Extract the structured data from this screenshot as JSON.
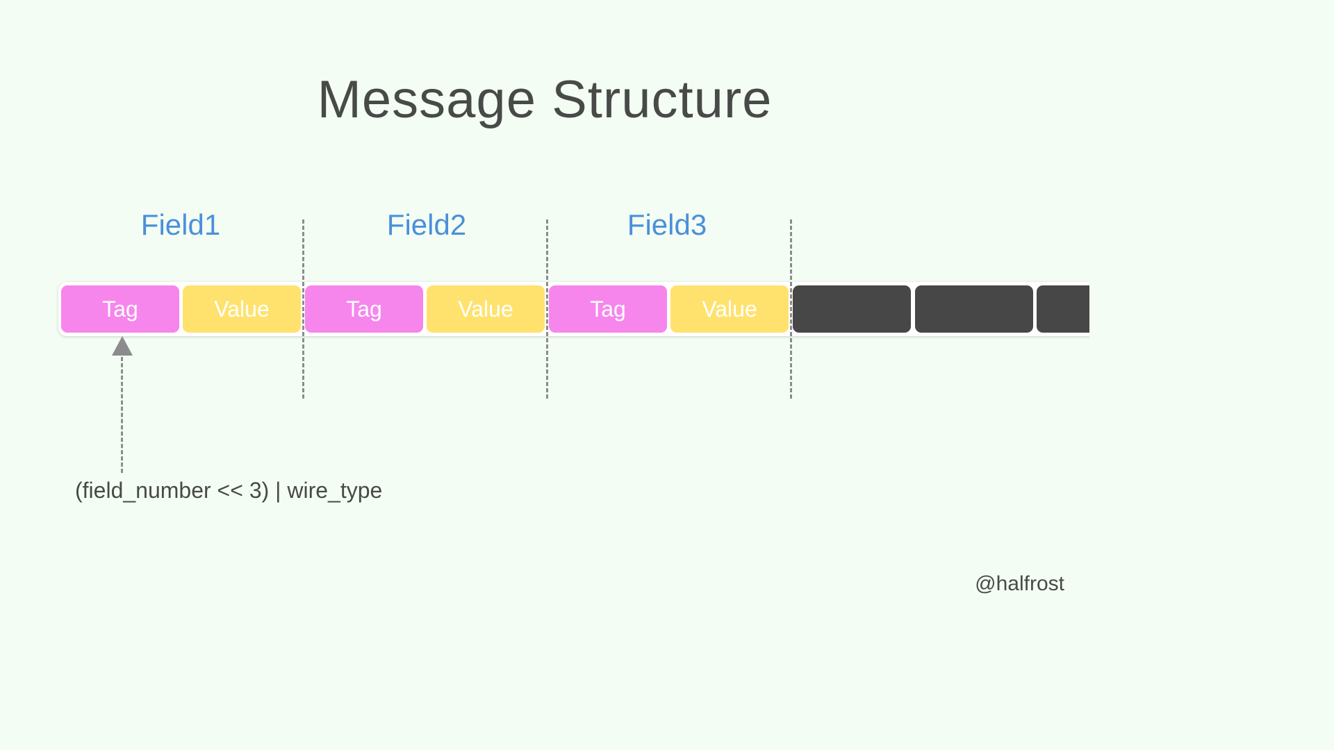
{
  "title": "Message Structure",
  "fields": [
    {
      "label": "Field1",
      "tag_label": "Tag",
      "value_label": "Value"
    },
    {
      "label": "Field2",
      "tag_label": "Tag",
      "value_label": "Value"
    },
    {
      "label": "Field3",
      "tag_label": "Tag",
      "value_label": "Value"
    }
  ],
  "trailing_blocks": 3,
  "tag_annotation": "(field_number << 3) | wire_type",
  "credit": "@halfrost",
  "colors": {
    "background": "#f4fdf4",
    "title": "#474a47",
    "field_label": "#4a90d9",
    "tag": "#f686ec",
    "value": "#ffe26e",
    "empty_block": "#474747",
    "divider": "#8c8c8c"
  }
}
